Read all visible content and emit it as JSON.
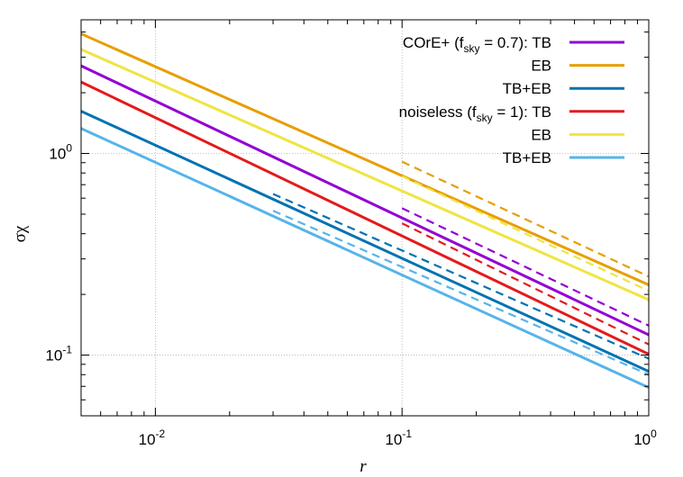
{
  "chart_data": {
    "type": "line",
    "xscale": "log",
    "yscale": "log",
    "xlim": [
      0.005,
      1.0
    ],
    "ylim": [
      0.05,
      4.6
    ],
    "grid": true,
    "legend_position": "top-right",
    "xlabel": "r",
    "ylabel": "σχ",
    "xticks": [
      {
        "value": 0.01,
        "base": "10",
        "exp": "-2"
      },
      {
        "value": 0.1,
        "base": "10",
        "exp": "-1"
      },
      {
        "value": 1.0,
        "base": "10",
        "exp": "0"
      }
    ],
    "yticks": [
      {
        "value": 0.1,
        "base": "10",
        "exp": "-1"
      },
      {
        "value": 1.0,
        "base": "10",
        "exp": "0"
      }
    ],
    "legend": [
      {
        "text": "COrE+ (f",
        "sub": "sky",
        "rest": " = 0.7): TB",
        "series": "core-tb"
      },
      {
        "text": "EB",
        "series": "core-eb"
      },
      {
        "text": "TB+EB",
        "series": "core-tbeb"
      },
      {
        "text": "noiseless (f",
        "sub": "sky",
        "rest": " = 1): TB",
        "series": "nl-tb"
      },
      {
        "text": "EB",
        "series": "nl-eb"
      },
      {
        "text": "TB+EB",
        "series": "nl-tbeb"
      }
    ],
    "series": [
      {
        "id": "core-eb",
        "color": "#E69F00",
        "x": [
          0.005,
          1.0
        ],
        "y": [
          3.92,
          0.223
        ],
        "dashed_x": [
          0.1,
          1.0
        ],
        "dashed_y": [
          0.91,
          0.245
        ]
      },
      {
        "id": "nl-eb",
        "color": "#F0E442",
        "x": [
          0.005,
          1.0
        ],
        "y": [
          3.28,
          0.188
        ],
        "dashed_x": [
          0.1,
          1.0
        ],
        "dashed_y": [
          0.77,
          0.208
        ]
      },
      {
        "id": "core-tb",
        "color": "#9400D3",
        "x": [
          0.005,
          1.0
        ],
        "y": [
          2.72,
          0.126
        ],
        "dashed_x": [
          0.1,
          1.0
        ],
        "dashed_y": [
          0.535,
          0.14
        ]
      },
      {
        "id": "nl-tb",
        "color": "#E41A1C",
        "x": [
          0.005,
          1.0
        ],
        "y": [
          2.26,
          0.101
        ],
        "dashed_x": [
          0.1,
          1.0
        ],
        "dashed_y": [
          0.45,
          0.113
        ]
      },
      {
        "id": "core-tbeb",
        "color": "#0072B2",
        "x": [
          0.005,
          1.0
        ],
        "y": [
          1.62,
          0.083
        ],
        "dashed_x": [
          0.03,
          1.0
        ],
        "dashed_y": [
          0.63,
          0.096
        ]
      },
      {
        "id": "nl-tbeb",
        "color": "#56B4E9",
        "x": [
          0.005,
          1.0
        ],
        "y": [
          1.33,
          0.069
        ],
        "dashed_x": [
          0.03,
          1.0
        ],
        "dashed_y": [
          0.52,
          0.08
        ]
      }
    ]
  }
}
